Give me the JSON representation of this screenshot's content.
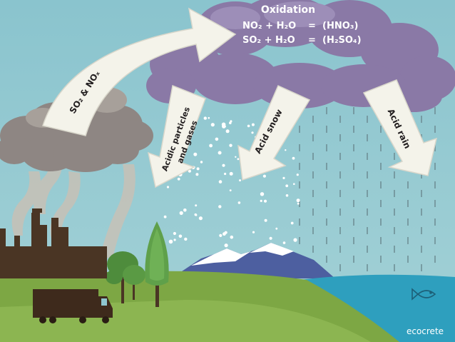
{
  "diagram": {
    "heading": "Oxidation",
    "reaction_1": {
      "left": "NO₂ + H₂O",
      "eq": "=",
      "right": "(HNO₃)"
    },
    "reaction_2": {
      "left": "SO₂ + H₂O",
      "eq": "=",
      "right": "(H₂SO₄)"
    },
    "emission_label": "SO₂ & NOₓ",
    "arrow_particles_line1": "Acidic particles",
    "arrow_particles_line2": "and gases",
    "arrow_snow": "Acid snow",
    "arrow_rain": "Acid rain",
    "brand": "ecocrete"
  },
  "colors": {
    "sky": "#8fc6cf",
    "cloud_purple": "#8a79a6",
    "smoke_cloud": "#8e8683",
    "ground": "#7da744",
    "water": "#2e9fbe",
    "factory": "#4a3524",
    "arrow": "#f4f3ea"
  }
}
